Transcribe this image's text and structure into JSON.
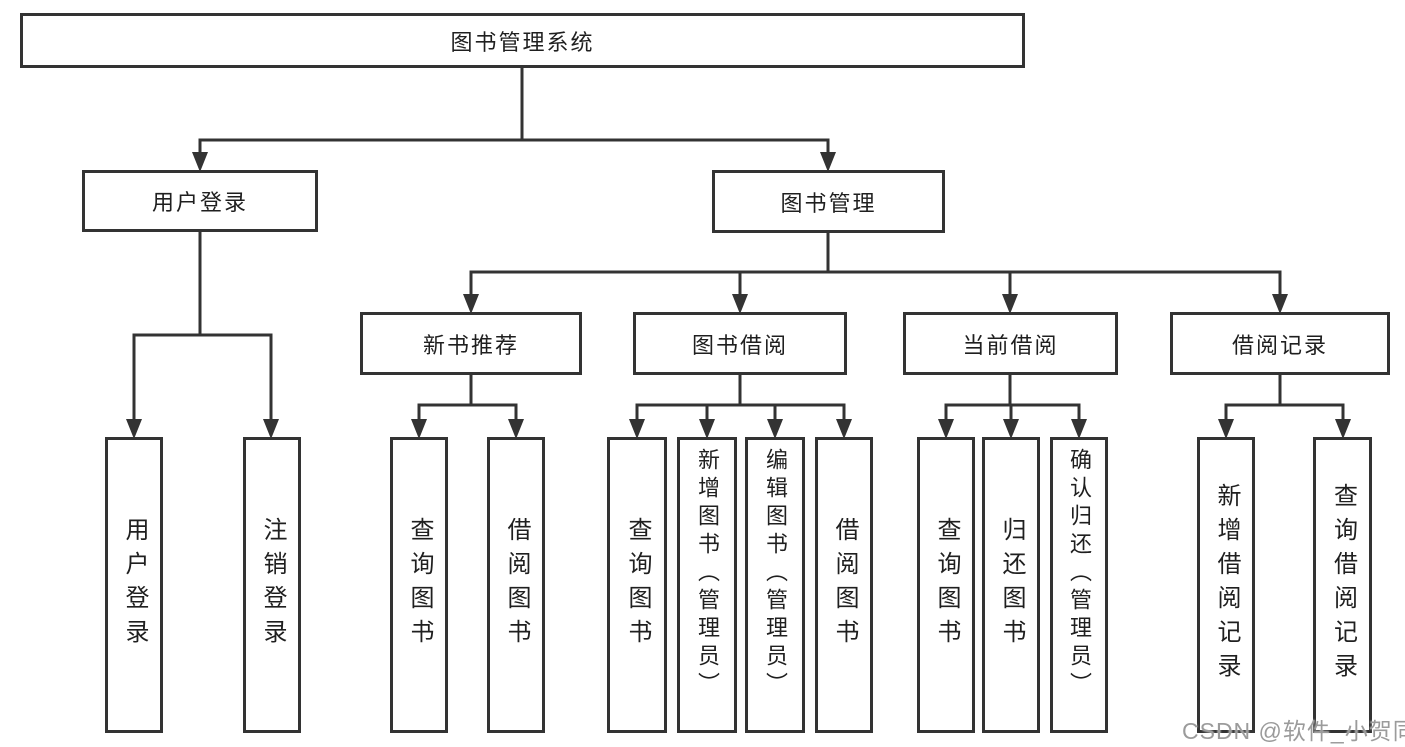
{
  "tree": {
    "root": {
      "label": "图书管理系统"
    },
    "branches": [
      {
        "label": "用户登录",
        "children": [
          {
            "label": "用户登录"
          },
          {
            "label": "注销登录"
          }
        ]
      },
      {
        "label": "图书管理",
        "children": [
          {
            "label": "新书推荐",
            "children": [
              {
                "label": "查询图书"
              },
              {
                "label": "借阅图书"
              }
            ]
          },
          {
            "label": "图书借阅",
            "children": [
              {
                "label": "查询图书"
              },
              {
                "label": "新增图书（管理员）"
              },
              {
                "label": "编辑图书（管理员）"
              },
              {
                "label": "借阅图书"
              }
            ]
          },
          {
            "label": "当前借阅",
            "children": [
              {
                "label": "查询图书"
              },
              {
                "label": "归还图书"
              },
              {
                "label": "确认归还（管理员）"
              }
            ]
          },
          {
            "label": "借阅记录",
            "children": [
              {
                "label": "新增借阅记录"
              },
              {
                "label": "查询借阅记录"
              }
            ]
          }
        ]
      }
    ]
  },
  "watermark": {
    "text": "CSDN @软件_小贺同学"
  },
  "colors": {
    "line": "#333333",
    "box_border": "#333333",
    "text": "#1f1f1f",
    "watermark": "#9b9b9b",
    "background": "#ffffff"
  }
}
